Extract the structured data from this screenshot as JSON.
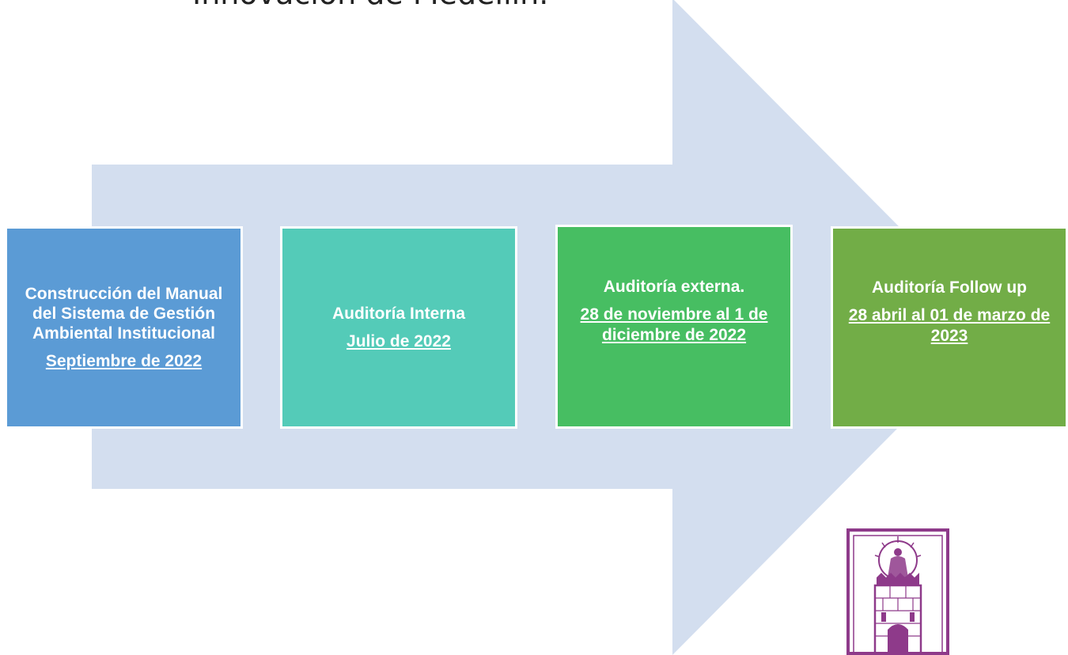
{
  "header": {
    "title_fragment": "Innovación de Medellín."
  },
  "steps": [
    {
      "label": "Construcción del Manual del Sistema de Gestión Ambiental Institucional",
      "date": "Septiembre de 2022",
      "color": "#5b9bd5"
    },
    {
      "label": "Auditoría Interna",
      "date": "Julio de 2022",
      "color": "#54cbb8"
    },
    {
      "label": "Auditoría externa.",
      "date": "28 de noviembre al 1 de diciembre de 2022",
      "color": "#47be62"
    },
    {
      "label": "Auditoría Follow up",
      "date": "28 abril al 01 de marzo de 2023",
      "color": "#72ad47"
    }
  ],
  "colors": {
    "arrow": "#d3deef",
    "emblem": "#8e3a8a"
  },
  "icons": {
    "emblem": "medellin-coat-of-arms-icon"
  }
}
